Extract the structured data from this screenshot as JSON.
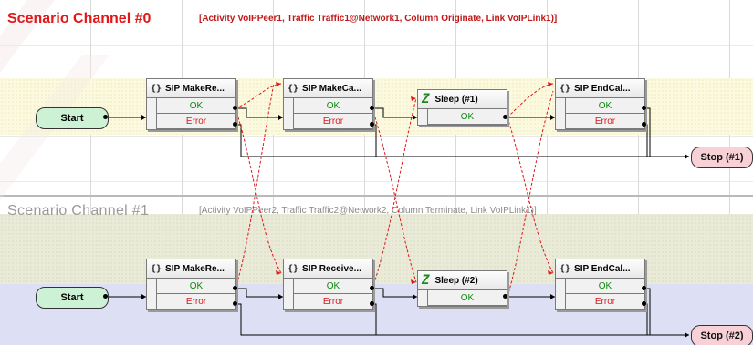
{
  "colors": {
    "channel0_title": "#e01818",
    "channel1_title": "#9a9a9a",
    "ok": "#0a8a0a",
    "error": "#d81818",
    "start_fill": "#cdf1d4",
    "stop_fill": "#f8d1d7",
    "link_wire": "#e01818"
  },
  "channel0": {
    "title": "Scenario Channel #0",
    "subtitle": "[Activity VoIPPeer1, Traffic Traffic1@Network1, Column Originate, Link VoIPLink1)]",
    "start_label": "Start",
    "stop_label": "Stop (#1)",
    "nodes": [
      {
        "icon": "{}",
        "title": "SIP MakeRe...",
        "ok": "OK",
        "error": "Error"
      },
      {
        "icon": "{}",
        "title": "SIP MakeCa...",
        "ok": "OK",
        "error": "Error"
      },
      {
        "icon": "Z",
        "title": "Sleep (#1)",
        "ok": "OK"
      },
      {
        "icon": "{}",
        "title": "SIP EndCal...",
        "ok": "OK",
        "error": "Error"
      }
    ]
  },
  "channel1": {
    "title": "Scenario Channel #1",
    "subtitle": "[Activity VoIPPeer2, Traffic Traffic2@Network2, Column Terminate, Link VoIPLink1)]",
    "start_label": "Start",
    "stop_label": "Stop (#2)",
    "nodes": [
      {
        "icon": "{}",
        "title": "SIP MakeRe...",
        "ok": "OK",
        "error": "Error"
      },
      {
        "icon": "{}",
        "title": "SIP Receive...",
        "ok": "OK",
        "error": "Error"
      },
      {
        "icon": "Z",
        "title": "Sleep (#2)",
        "ok": "OK"
      },
      {
        "icon": "{}",
        "title": "SIP EndCal...",
        "ok": "OK",
        "error": "Error"
      }
    ]
  }
}
